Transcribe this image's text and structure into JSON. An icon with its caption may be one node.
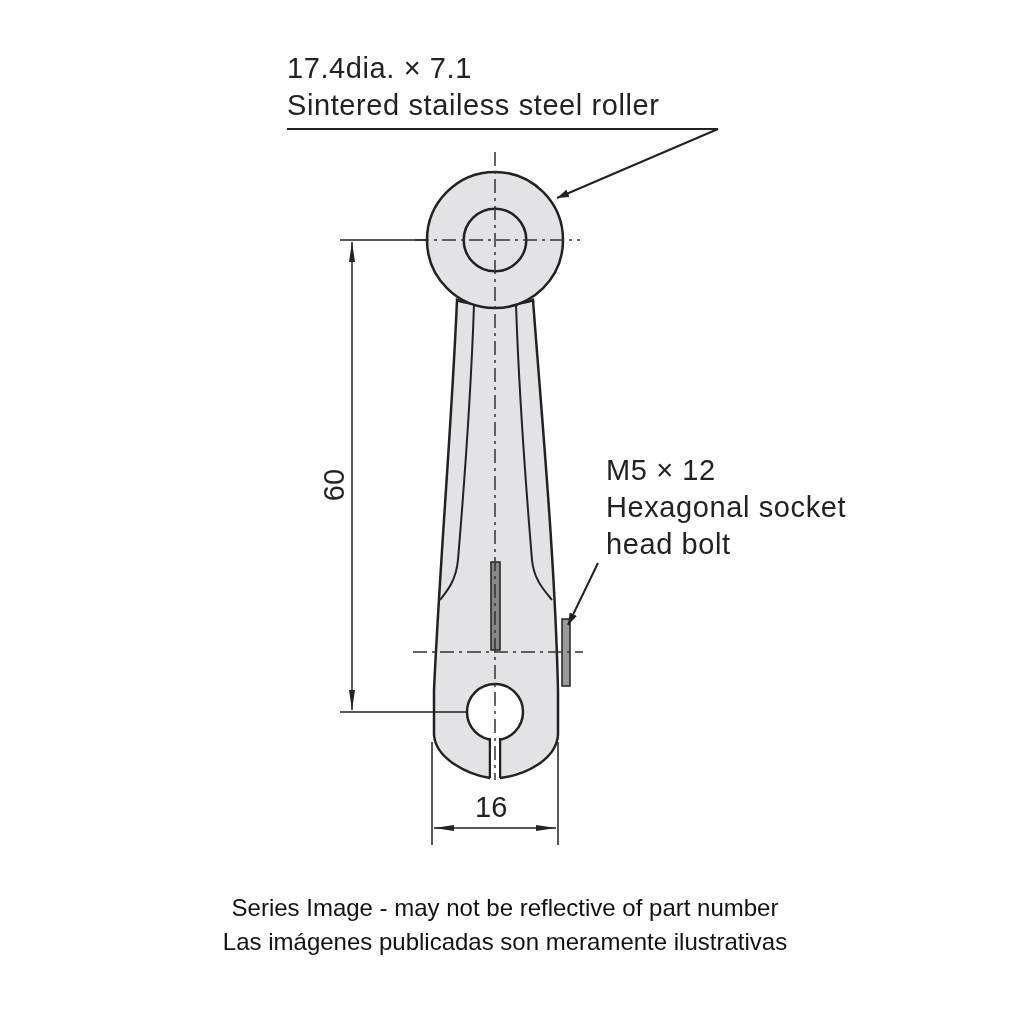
{
  "diagram": {
    "nodes": [
      {
        "text": [
          "17.4dia. × 7.1",
          "Sintered stailess steel roller"
        ]
      },
      {
        "text": [],
        "shape": "circle"
      },
      {
        "text": [
          "M5 × 12",
          "Hexagonal socket head bolt"
        ]
      },
      {
        "text": [],
        "shape": "bar"
      }
    ],
    "edges": [
      {
        "from": 0,
        "to": 1,
        "arrow": "to"
      },
      {
        "from": 2,
        "to": 3,
        "arrow": "to"
      }
    ],
    "labels": [
      "60",
      "16",
      "Series Image - may not be reflective of part number",
      "Las imágenes publicadas son meramente ilustrativas"
    ]
  }
}
